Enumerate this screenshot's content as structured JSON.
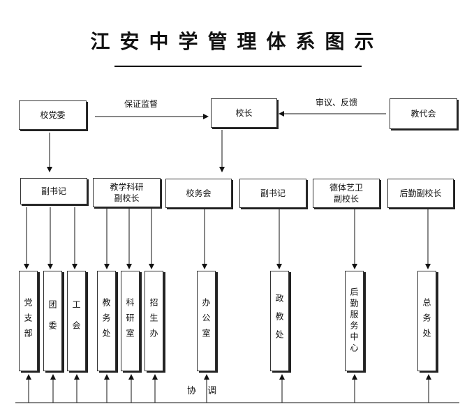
{
  "title": "江安中学管理体系图示",
  "top": {
    "party_committee": "校党委",
    "principal": "校长",
    "staff_congress": "教代会",
    "edge_supervise": "保证监督",
    "edge_review": "审议、反馈"
  },
  "middle": {
    "deputy_secretary_1": "副书记",
    "deputy_teaching_l1": "教学科研",
    "deputy_teaching_l2": "副校长",
    "school_affairs": "校务会",
    "deputy_secretary_2": "副书记",
    "deputy_moral_l1": "德体艺卫",
    "deputy_moral_l2": "副校长",
    "deputy_logistics": "后勤副校长"
  },
  "departments": {
    "party_branch": "党支部",
    "youth_league": "团委",
    "union": "工会",
    "academic_affairs": "教务处",
    "research_office": "科研室",
    "admissions": "招生办",
    "general_office": "办公室",
    "political_edu": "政教处",
    "logistics_center": "后勤服务中心",
    "general_affairs": "总务处"
  },
  "bottom": {
    "coordination": "协  调"
  },
  "colors": {
    "line": "#111111",
    "box_border": "#333333"
  }
}
